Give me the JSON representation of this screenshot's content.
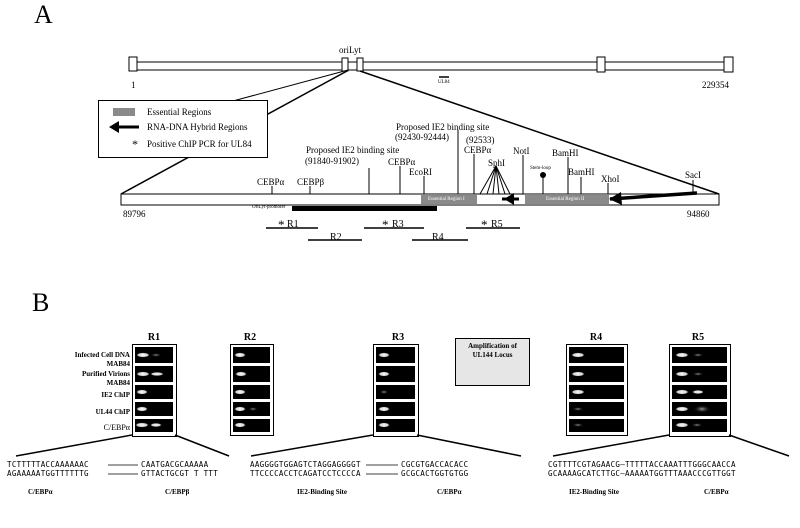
{
  "panel_a": {
    "letter": "A",
    "genome": {
      "start": "1",
      "end": "229354",
      "ori_label": "oriLyt",
      "ul84_label": "UL84"
    },
    "zoom": {
      "start": "89796",
      "end": "94860"
    },
    "legend": {
      "essential": "Essential Regions",
      "hybrid": "RNA-DNA Hybrid Regions",
      "chip_symbol": "*",
      "chip": "Positive ChIP PCR for UL84"
    },
    "sites": {
      "cebpa1": "CEBPα",
      "cebpb": "CEBPβ",
      "ie2_1_title": "Proposed IE2 binding site",
      "ie2_1_coords": "(91840-91902)",
      "cebpa2": "CEBPα",
      "ecori": "EcoRI",
      "ie2_2_title": "Proposed IE2 binding site",
      "ie2_2_coords": "(92430-92444)",
      "site_92533": "(92533)",
      "cebpa3": "CEBPα",
      "sphi": "SphI",
      "noti": "NotI",
      "stemloop": "Stem-loop",
      "bamhi1": "BamHI",
      "bamhi2": "BamHI",
      "xhoi": "XhoI",
      "saci": "SacI"
    },
    "regions": {
      "er1": "Essential Region I",
      "er2": "Essential Region II",
      "promoter": "OriLyt-promoter"
    },
    "pcr": [
      {
        "label": "R1",
        "star": "*"
      },
      {
        "label": "R2",
        "star": ""
      },
      {
        "label": "R3",
        "star": "*"
      },
      {
        "label": "R4",
        "star": ""
      },
      {
        "label": "R5",
        "star": "*"
      }
    ]
  },
  "panel_b": {
    "letter": "B",
    "row_labels": [
      "Infected Cell DNA",
      "MAB84",
      "Purified Virions",
      "MAB84",
      "IE2 ChIP",
      "UL44 ChIP",
      "C/EBPα"
    ],
    "gels": [
      "R1",
      "R2",
      "R3",
      "R4",
      "R5"
    ],
    "amplification": {
      "line1": "Amplification of",
      "line2": "UL144 Locus"
    },
    "sequences": {
      "s1_top_left": "TCTTTTTACCAAAAAAC",
      "s1_top_right": "CAATGACGCAAAAA",
      "s1_bot_left": "AGAAAAATGGTTTTTTG",
      "s1_bot_right": "GTTACTGCGT T TTT",
      "s2_top_left": "AAGGGGTGGAGTCTAGGAGGGGT",
      "s2_top_right": "CGCGTGACCACACC",
      "s2_bot_left": "TTCCCCACCTCAGATCCTCCCCA",
      "s2_bot_right": "GCGCACTGGTGTGG",
      "s3_top": "CGTTTTCGTAGAACG—TTTTTACCAAATTTGGGCAACCA",
      "s3_bot": "GCAAAAGCATCTTGC—AAAAATGGTTTAAACCCGTTGGT"
    },
    "seq_labels": {
      "l1": "C/EBPα",
      "l2": "C/EBPβ",
      "l3": "IE2-Binding Site",
      "l4": "C/EBPα",
      "l5": "IE2-Binding Site",
      "l6": "C/EBPα"
    }
  }
}
